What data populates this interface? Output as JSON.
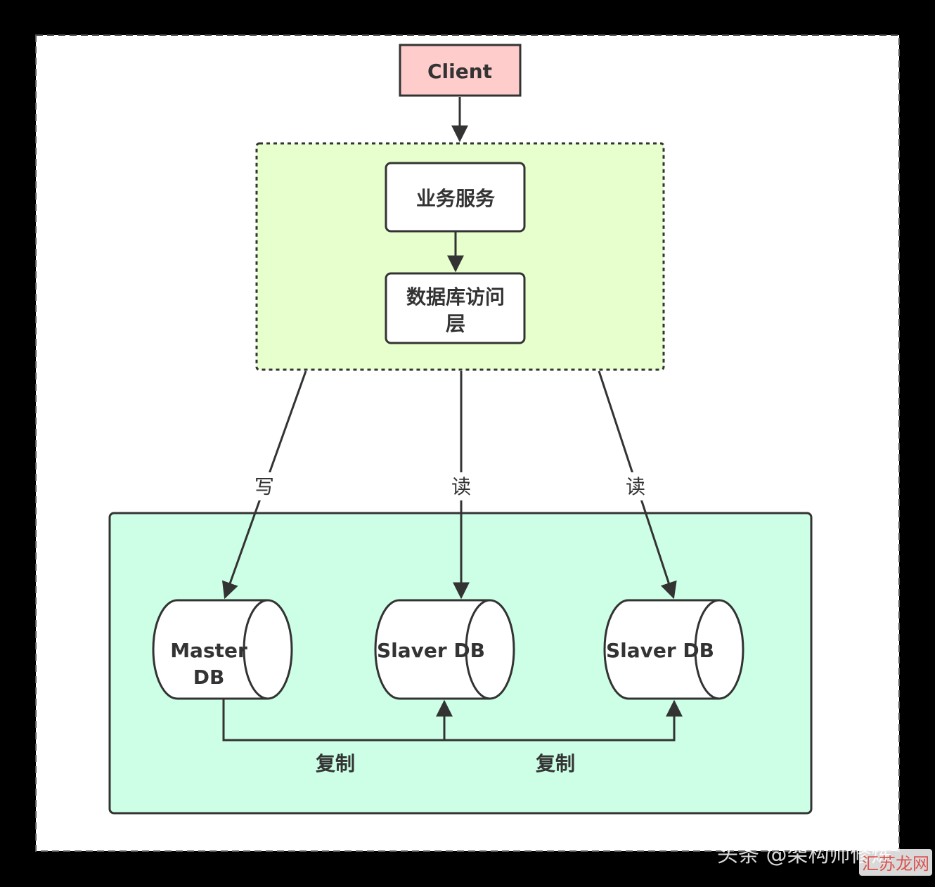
{
  "diagram": {
    "nodes": {
      "client": {
        "label": "Client",
        "fill": "#ffcccc"
      },
      "app_group": {
        "fill": "#e6ffcc"
      },
      "business_service": {
        "label": "业务服务"
      },
      "db_access_layer": {
        "label_line1": "数据库访问",
        "label_line2": "层"
      },
      "db_group": {
        "fill": "#ccffe6"
      },
      "master_db": {
        "label_line1": "Master",
        "label_line2": "DB"
      },
      "slaver_db_1": {
        "label": "Slaver DB"
      },
      "slaver_db_2": {
        "label": "Slaver DB"
      }
    },
    "edges": {
      "write": "写",
      "read_1": "读",
      "read_2": "读",
      "replicate_1": "复制",
      "replicate_2": "复制"
    },
    "colors": {
      "stroke": "#333333",
      "background": "#000000",
      "page": "#ffffff"
    }
  },
  "watermark": {
    "text": "头条 @架构师修炼",
    "logo_text": "汇苏龙网"
  }
}
